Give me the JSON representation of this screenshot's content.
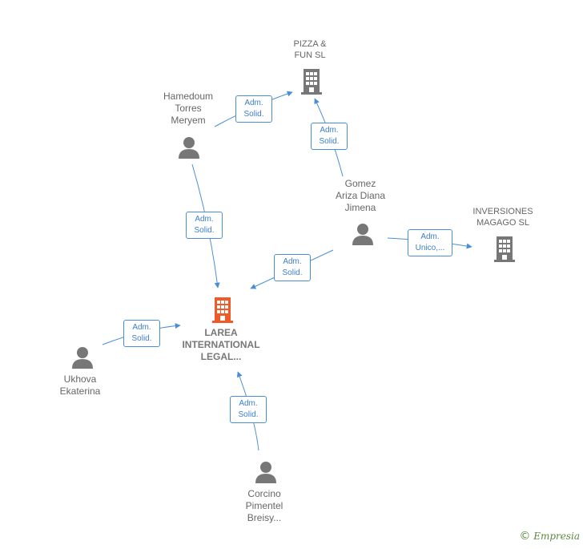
{
  "nodes": {
    "pizza_fun": {
      "label": "PIZZA &\nFUN  SL"
    },
    "inversiones_magago": {
      "label": "INVERSIONES\nMAGAGO  SL"
    },
    "larea": {
      "label": "LAREA\nINTERNATIONAL\nLEGAL..."
    },
    "hamedoum": {
      "label": "Hamedoum\nTorres\nMeryem"
    },
    "gomez": {
      "label": "Gomez\nAriza Diana\nJimena"
    },
    "ukhova": {
      "label": "Ukhova\nEkaterina"
    },
    "corcino": {
      "label": "Corcino\nPimentel\nBreisy..."
    }
  },
  "edges": [
    {
      "id": "hamedoum-pizza",
      "label": "Adm.\nSolid."
    },
    {
      "id": "gomez-pizza",
      "label": "Adm.\nSolid."
    },
    {
      "id": "hamedoum-larea",
      "label": "Adm.\nSolid."
    },
    {
      "id": "gomez-larea",
      "label": "Adm.\nSolid."
    },
    {
      "id": "gomez-inversiones",
      "label": "Adm.\nUnico,..."
    },
    {
      "id": "ukhova-larea",
      "label": "Adm.\nSolid."
    },
    {
      "id": "corcino-larea",
      "label": "Adm.\nSolid."
    }
  ],
  "colors": {
    "edge": "#4a8fd6",
    "person_icon": "#777777",
    "company_icon": "#777777",
    "main_company_icon": "#f05a28"
  },
  "icons": {
    "person": "person-icon",
    "company": "building-icon"
  },
  "brand": {
    "symbol": "©",
    "name": "Empresia"
  }
}
